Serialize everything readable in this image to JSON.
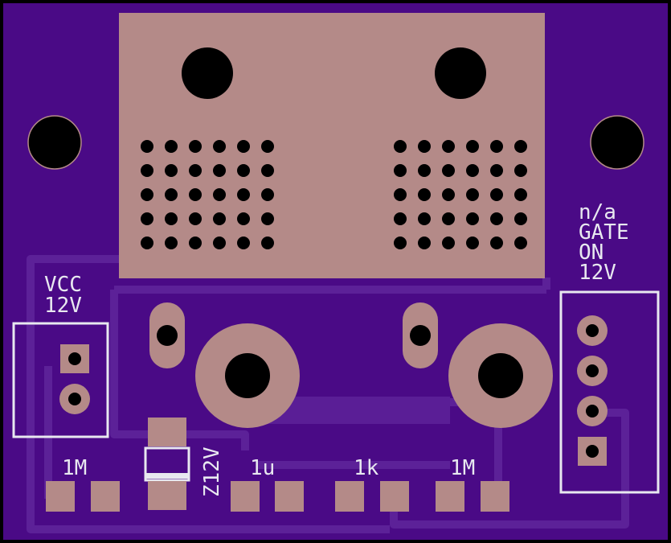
{
  "board": {
    "colors": {
      "background": "#000000",
      "board_fill": "#4a0a86",
      "trace": "#5c2198",
      "pad": "#b48a88",
      "hole": "#000000",
      "silkscreen": "#e8e8f0"
    }
  },
  "labels": {
    "vcc_line1": "VCC",
    "vcc_line2": "12V",
    "status_line1": "n/a",
    "status_line2": "GATE",
    "status_line3": "ON",
    "status_line4": "12V",
    "res_left": "1M",
    "zener": "Z12V",
    "cap": "1u",
    "res_mid": "1k",
    "res_right": "1M"
  }
}
